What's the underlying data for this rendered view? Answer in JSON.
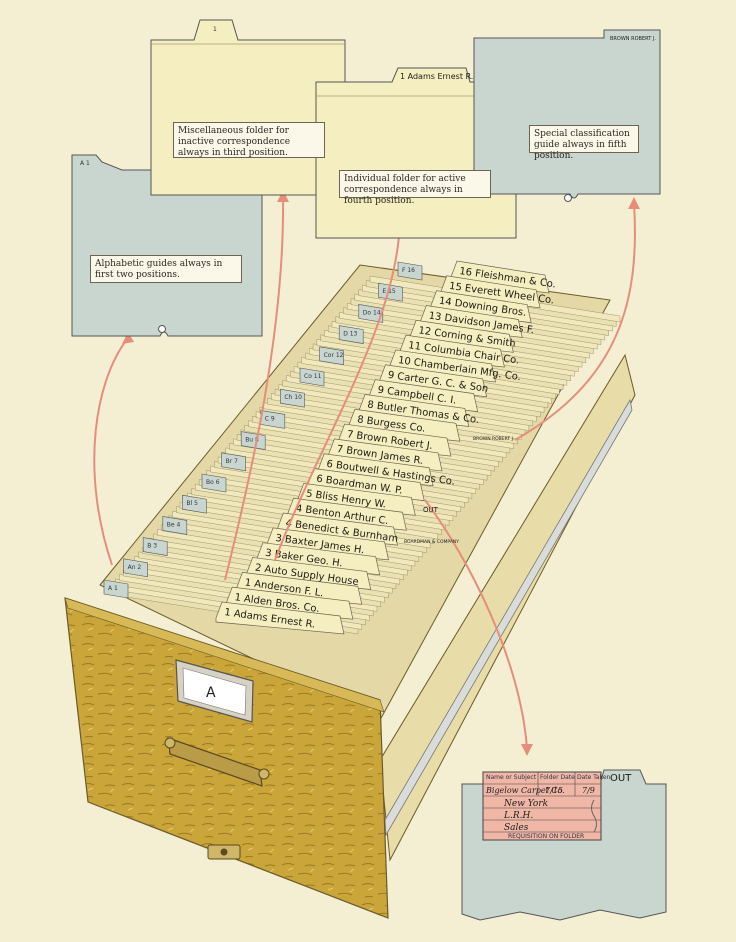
{
  "folder_tabs": [
    "1 Adams Ernest R.",
    "1 Alden Bros. Co.",
    "1 Anderson F. L.",
    "2 Auto Supply House",
    "3 Baker Geo. H.",
    "3 Baxter James H.",
    "4 Benedict & Burnham",
    "4 Benton Arthur C.",
    "5 Bliss Henry W.",
    "6 Boardman W. P.",
    "6 Boutwell & Hastings Co.",
    "7 Brown James R.",
    "7 Brown Robert J.",
    "8 Burgess Co.",
    "8 Butler Thomas & Co.",
    "9 Campbell C. I.",
    "9 Carter G. C. & Son",
    "10 Chamberlain Mfg. Co.",
    "11 Columbia Chair Co.",
    "12 Corning & Smith",
    "13 Davidson James F.",
    "14 Downing Bros.",
    "15 Everett Wheel Co.",
    "16 Fleishman & Co."
  ],
  "guide_tabs": [
    "A 1",
    "An 2",
    "B 3",
    "Be 4",
    "Bl 5",
    "Bo 6",
    "Br 7",
    "Bu 8",
    "C 9",
    "Ch 10",
    "Co 11",
    "Cor 12",
    "D 13",
    "Do 14",
    "E 15",
    "F 16"
  ],
  "captions": {
    "alphabetic": "Alphabetic guides always in first two positions.",
    "miscellaneous": "Miscellaneous folder for inactive correspondence always in third position.",
    "individual": "Individual folder for active correspondence always in fourth position.",
    "special": "Special classification guide always in fifth position."
  },
  "individual_folder_tab": "1 Adams Ernest R.",
  "special_guide_tab": "BROWN ROBERT J.",
  "small_guide_tabs": {
    "alphabetic": "A 1",
    "miscellaneous": "1"
  },
  "drawer_label": "A",
  "out_card": {
    "tab": "OUT",
    "headers": [
      "Name or Subject",
      "Folder Date",
      "Date Taken"
    ],
    "name": "Bigelow Carpet Co.",
    "folder_date": "7/15",
    "date_taken": "7/9",
    "address": "New York",
    "signed": "L.R.H.",
    "dept": "Sales",
    "footer": "REQUISITION ON FOLDER"
  },
  "inline_labels": {
    "boardman": "BOARDMAN & COMPANY",
    "brown": "BROWN ROBERT J.",
    "out": "OUT"
  },
  "colors": {
    "background": "#f4efd2",
    "folder": "#f5eec0",
    "guide": "#c9d5cf",
    "drawer_wood": "#c9a53a",
    "arrow": "#e58e7c",
    "out_card_pink": "#f0b6a6"
  }
}
